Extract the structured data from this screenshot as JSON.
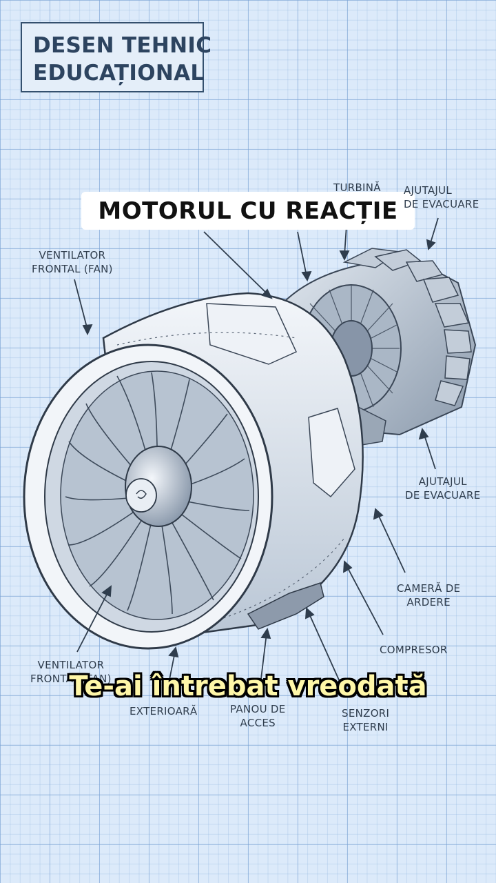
{
  "badge": {
    "line1": "DESEN TEHNIC",
    "line2": "EDUCAȚIONAL"
  },
  "title": "MOTORUL CU REACȚIE",
  "labels": {
    "turbina": "TURBINĂ",
    "ajutajul_top_1": "AJUTAJUL",
    "ajutajul_top_2": "DE EVACUARE",
    "ventilator_top_1": "VENTILATOR",
    "ventilator_top_2": "FRONTAL (FAN)",
    "ajutajul_right_1": "AJUTAJUL",
    "ajutajul_right_2": "DE EVACUARE",
    "camera_1": "CAMERĂ DE",
    "camera_2": "ARDERE",
    "compresor": "COMPRESOR",
    "ventilator_bottom_1": "VENTILATOR",
    "ventilator_bottom_2": "FRONTAL (FAN)",
    "carcasa_2": "EXTERIOARĂ",
    "panou_1": "PANOU DE",
    "panou_2": "ACCES",
    "senzori_1": "SENZORI",
    "senzori_2": "EXTERNI"
  },
  "caption": "Te-ai întrebat vreodată",
  "colors": {
    "grid_bg": "#dceafa",
    "ink": "#2f3d4d",
    "caption_fill": "#fff7a8"
  }
}
